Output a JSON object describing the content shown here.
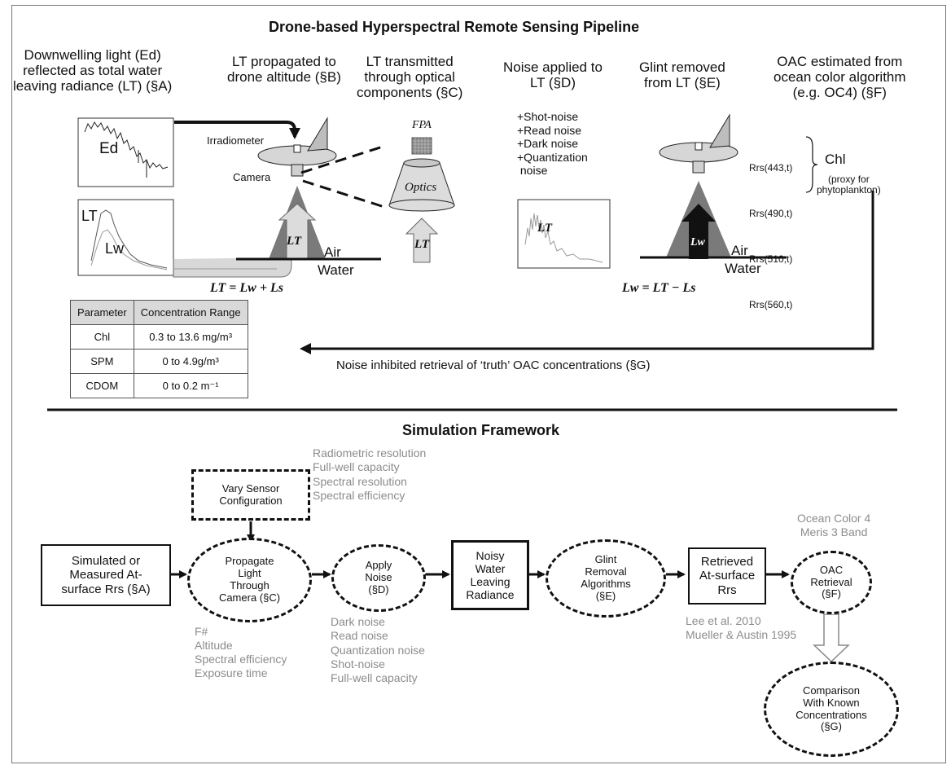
{
  "pipeline": {
    "title": "Drone-based Hyperspectral Remote Sensing Pipeline",
    "step_a": "Downwelling light (Ed)\nreflected as total water\nleaving radiance (LT) (§A)",
    "step_b": "LT propagated to\ndrone altitude (§B)",
    "step_c": "LT transmitted\nthrough optical\ncomponents (§C)",
    "step_d": "Noise applied to\nLT (§D)",
    "step_e": "Glint removed\nfrom LT (§E)",
    "step_f": "OAC estimated from\nocean color algorithm\n(e.g. OC4) (§F)",
    "noise_list": "+Shot-noise\n+Read noise\n+Dark noise\n+Quantization\n noise",
    "ed_label": "Ed",
    "lt_label": "LT",
    "lw_label": "Lw",
    "irradiometer": "Irradiometer",
    "camera": "Camera",
    "air": "Air",
    "water": "Water",
    "fpa": "FPA",
    "optics": "Optics",
    "lt_arrow": "LT",
    "lw_arrow": "Lw",
    "eq_b": "LT = Lw + Ls",
    "eq_e": "Lw = LT − Ls",
    "rrs": [
      "Rrs(443,t)",
      "Rrs(490,t)",
      "Rrs(510,t)",
      "Rrs(560,t)"
    ],
    "chl": "Chl",
    "chl_note": "(proxy for\nphytoplankton)",
    "feedback": "Noise inhibited retrieval of ‘truth’ OAC concentrations (§G)"
  },
  "param_table": {
    "headers": [
      "Parameter",
      "Concentration Range"
    ],
    "rows": [
      [
        "Chl",
        "0.3 to 13.6 mg/m³"
      ],
      [
        "SPM",
        "0 to 4.9g/m³"
      ],
      [
        "CDOM",
        "0 to 0.2 m⁻¹"
      ]
    ]
  },
  "framework": {
    "title": "Simulation Framework",
    "vary": "Vary Sensor\nConfiguration",
    "vary_params": "Radiometric resolution\nFull-well capacity\nSpectral resolution\nSpectral efficiency",
    "simulated": "Simulated or\nMeasured At-\nsurface Rrs (§A)",
    "propagate": "Propagate\nLight\nThrough\nCamera (§C)",
    "propagate_params": "F#\nAltitude\nSpectral efficiency\nExposure time",
    "apply_noise": "Apply\nNoise\n(§D)",
    "noise_params": "Dark noise\nRead noise\nQuantization noise\nShot-noise\nFull-well capacity",
    "noisy": "Noisy\nWater\nLeaving\nRadiance",
    "glint": "Glint\nRemoval\nAlgorithms\n(§E)",
    "glint_params": "Lee et al. 2010\nMueller & Austin 1995",
    "retrieved": "Retrieved\nAt-surface\nRrs",
    "oac": "OAC\nRetrieval\n(§F)",
    "oac_params": "Ocean Color 4\nMeris 3 Band",
    "comparison": "Comparison\nWith Known\nConcentrations\n(§G)"
  },
  "colors": {
    "gray_text": "#8c8c8c",
    "cone": "#777777",
    "dark": "#111111"
  }
}
